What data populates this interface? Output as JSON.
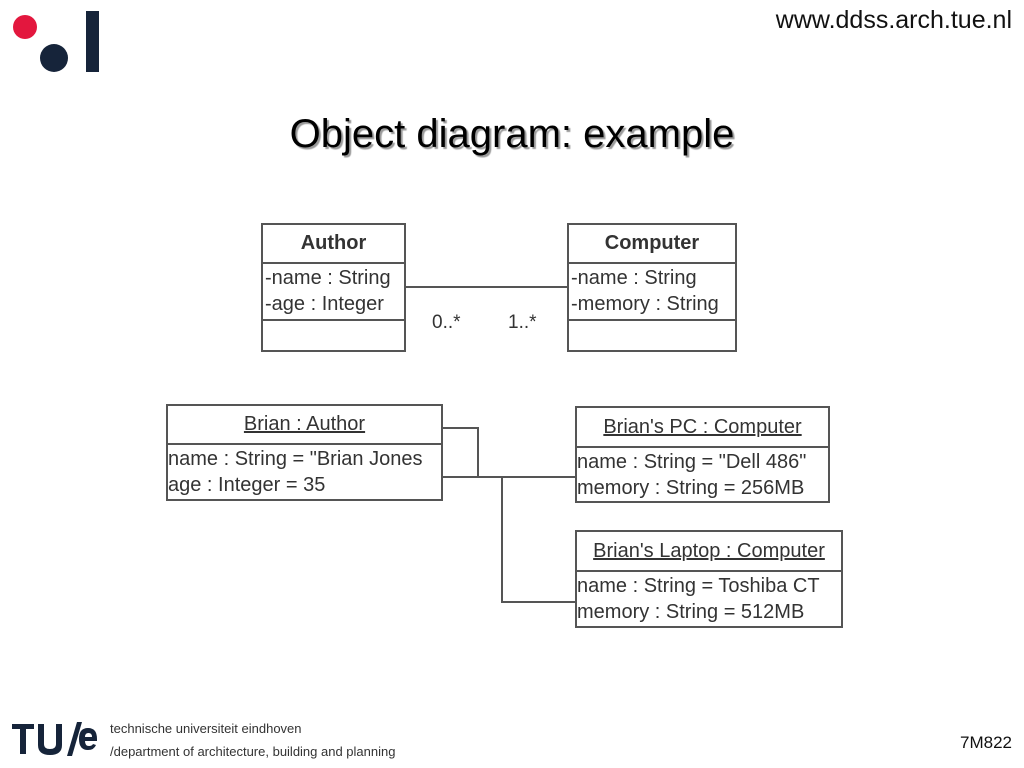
{
  "header": {
    "site_url": "www.ddss.arch.tue.nl"
  },
  "title": "Object diagram: example",
  "class_diagram": {
    "author": {
      "name": "Author",
      "attributes": [
        "-name : String",
        "-age : Integer"
      ]
    },
    "computer": {
      "name": "Computer",
      "attributes": [
        "-name : String",
        "-memory  : String"
      ]
    },
    "association": {
      "author_multiplicity": "0..*",
      "computer_multiplicity": "1..*"
    }
  },
  "object_diagram": {
    "brian": {
      "name": "Brian : Author",
      "attributes": [
        "name : String = \"Brian Jones",
        "age : Integer = 35"
      ]
    },
    "brians_pc": {
      "name": "Brian's PC : Computer",
      "attributes": [
        "name : String = \"Dell 486\"",
        "memory  : String = 256MB"
      ]
    },
    "brians_laptop": {
      "name": "Brian's Laptop : Computer",
      "attributes": [
        "name : String = Toshiba CT",
        "memory  : String = 512MB"
      ]
    }
  },
  "footer": {
    "university_line": "technische universiteit eindhoven",
    "department_line": "/department of architecture, building and planning",
    "slide_code": "7M822"
  },
  "colors": {
    "logo_red": "#e3173e",
    "logo_navy": "#16243a",
    "line": "#555555"
  }
}
